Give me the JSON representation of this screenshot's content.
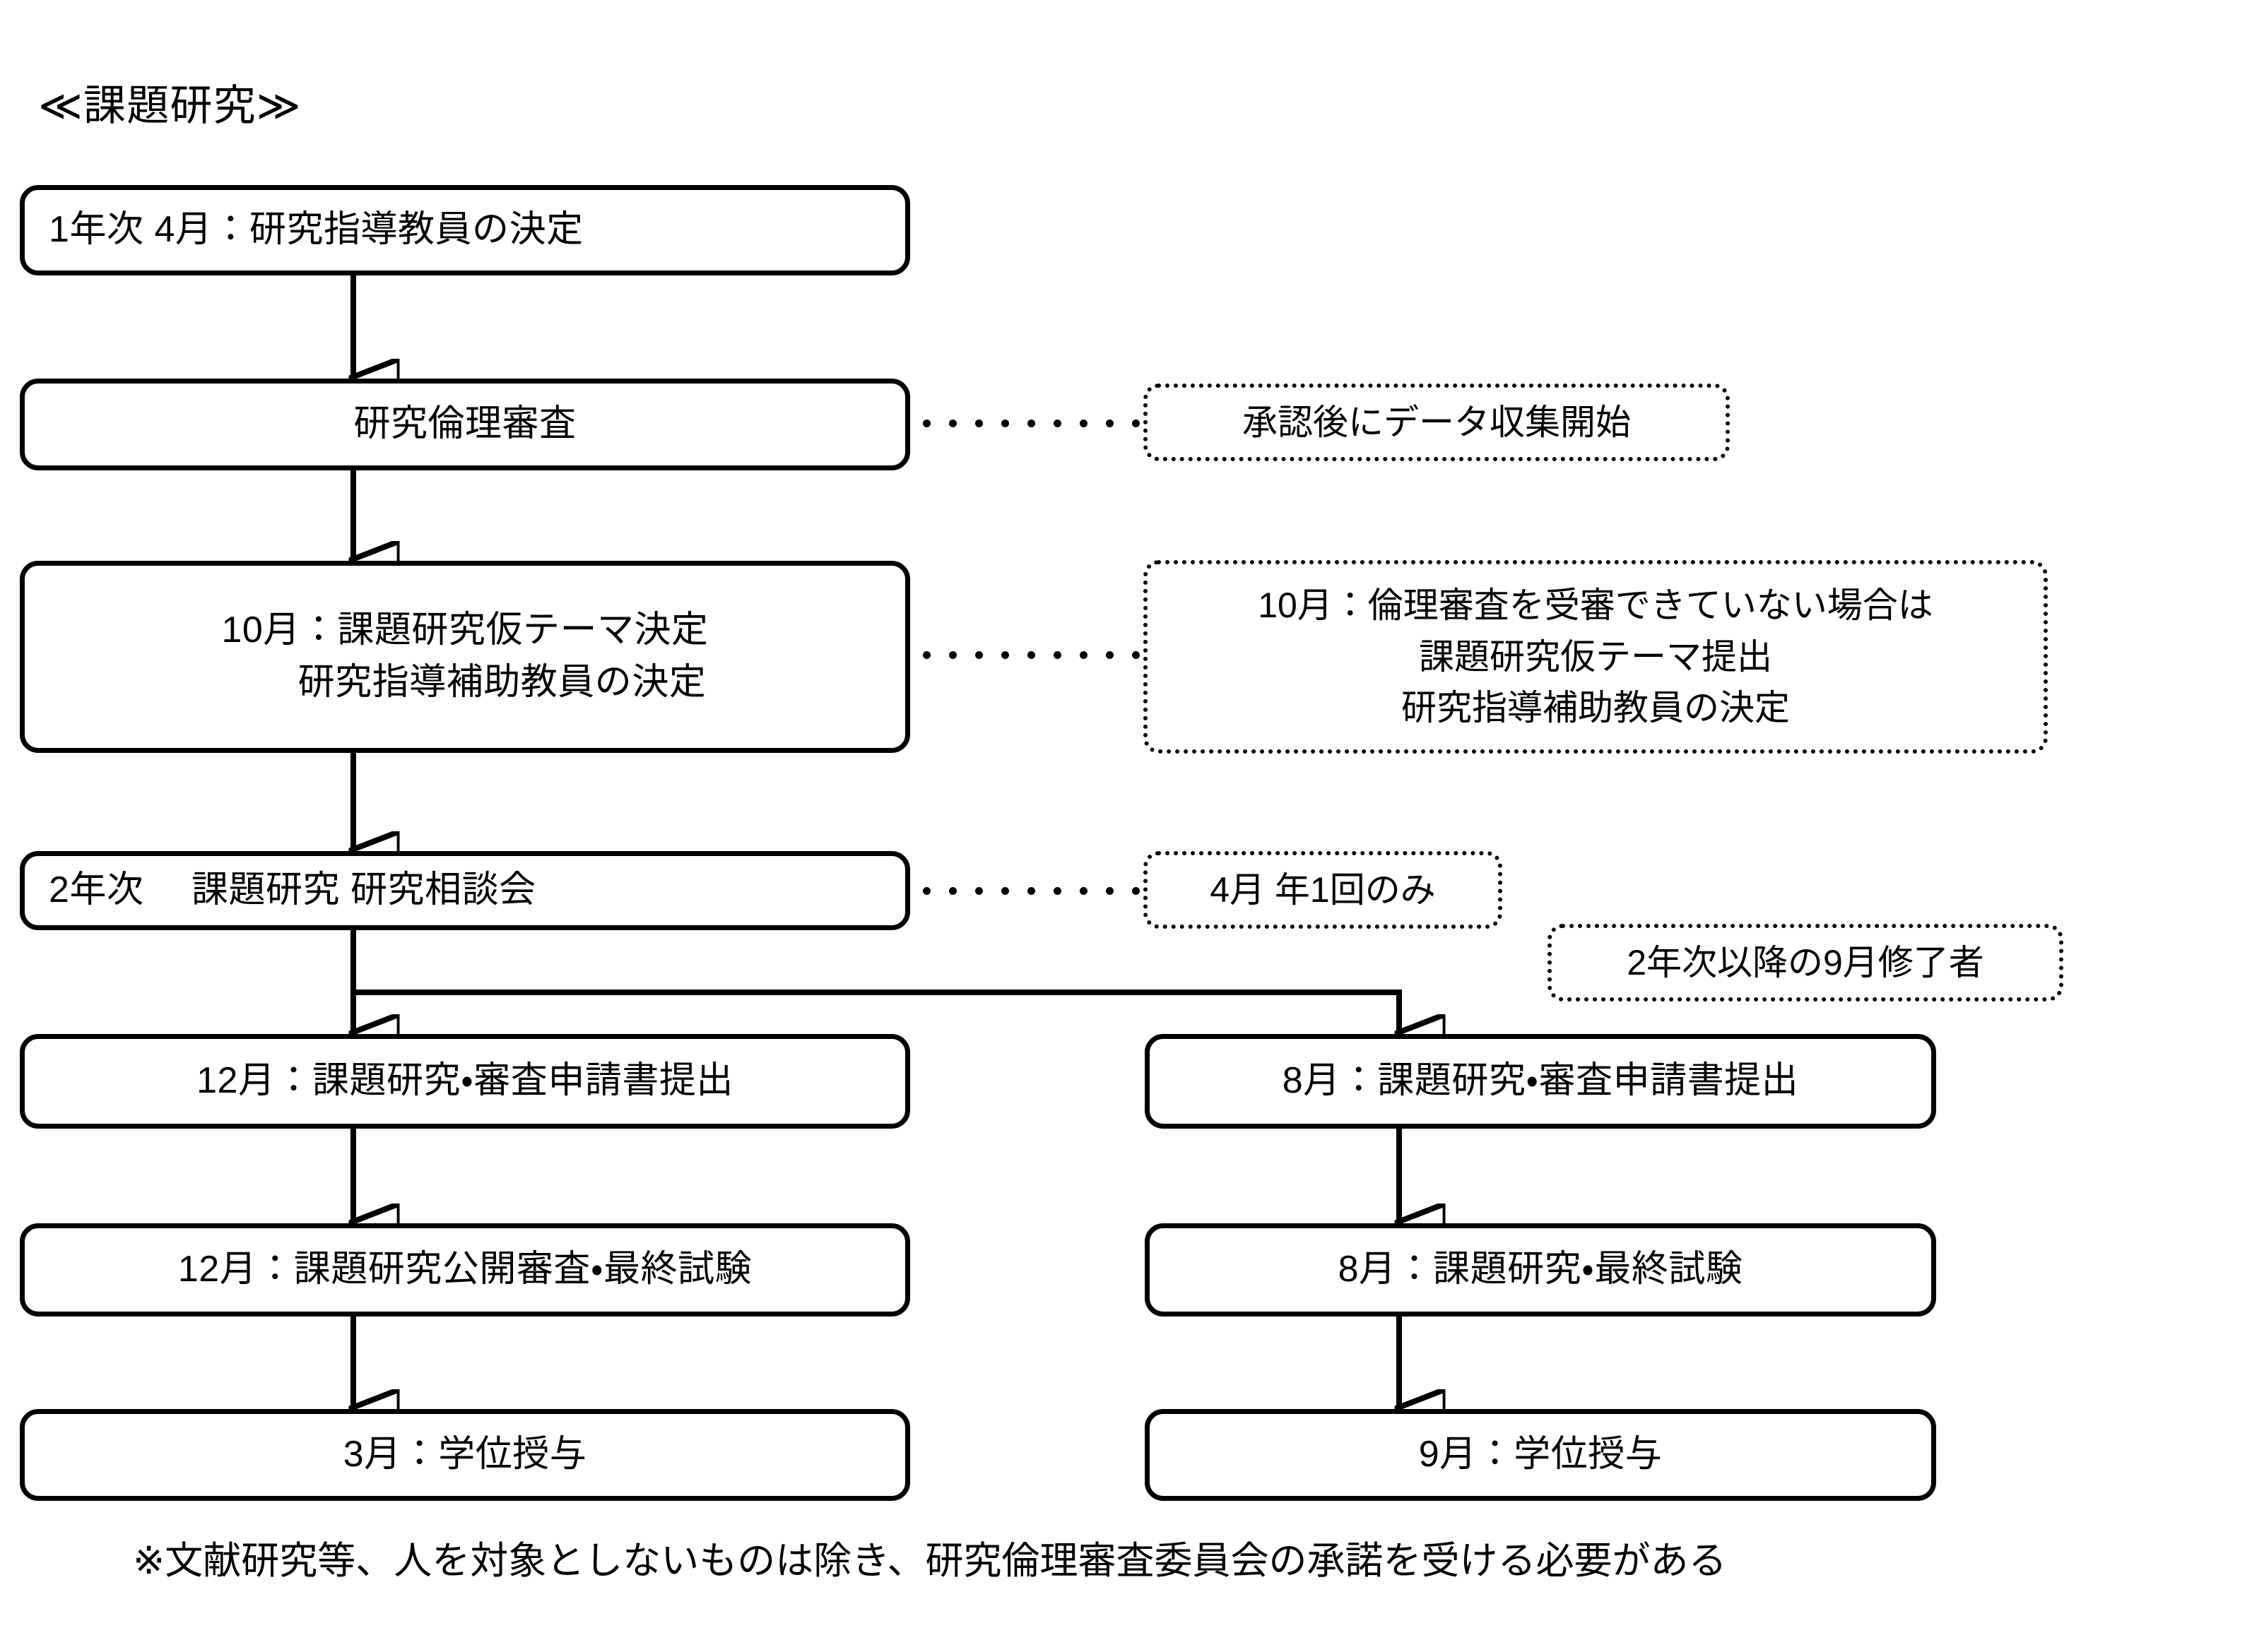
{
  "title": "≪課題研究≫",
  "footnote": "※文献研究等、人を対象としないものは除き、研究倫理審査委員会の承諾を受ける必要がある",
  "colors": {
    "line": "#000000",
    "background": "#ffffff",
    "text": "#000000"
  },
  "nodes": {
    "n1": "1年次  4月：研究指導教員の決定",
    "n2": "研究倫理審査",
    "n3": "10月：課題研究仮テーマ決定\n　　研究指導補助教員の決定",
    "n4": "2年次　 課題研究  研究相談会",
    "n5": "12月：課題研究・審査申請書提出",
    "n6": "12月：課題研究公開審査・最終試験",
    "n7": "3月：学位授与",
    "n8": "8月：課題研究・審査申請書提出",
    "n9": "8月：課題研究・最終試験",
    "n10": "9月：学位授与"
  },
  "callouts": {
    "c1": "承認後にデータ収集開始",
    "c2": "10月：倫理審査を受審できていない場合は\n課題研究仮テーマ提出\n研究指導補助教員の決定",
    "c3": "4月  年1回のみ",
    "c4": "2年次以降の9月修了者"
  },
  "flow": {
    "type": "flowchart",
    "orientation": "top-to-bottom",
    "branch_point_label": "2年次　 課題研究  研究相談会",
    "edges": [
      {
        "from": "n1",
        "to": "n2",
        "style": "solid-arrow"
      },
      {
        "from": "n2",
        "to": "n3",
        "style": "solid-arrow"
      },
      {
        "from": "n3",
        "to": "n4",
        "style": "solid-arrow"
      },
      {
        "from": "n4",
        "to": "n5",
        "style": "solid-arrow"
      },
      {
        "from": "n4",
        "to": "n8",
        "style": "solid-arrow-elbow"
      },
      {
        "from": "n5",
        "to": "n6",
        "style": "solid-arrow"
      },
      {
        "from": "n6",
        "to": "n7",
        "style": "solid-arrow"
      },
      {
        "from": "n8",
        "to": "n9",
        "style": "solid-arrow"
      },
      {
        "from": "n9",
        "to": "n10",
        "style": "solid-arrow"
      },
      {
        "from": "n2",
        "to": "c1",
        "style": "dotted-leader"
      },
      {
        "from": "n3",
        "to": "c2",
        "style": "dotted-leader"
      },
      {
        "from": "n4",
        "to": "c3",
        "style": "dotted-leader"
      }
    ]
  }
}
